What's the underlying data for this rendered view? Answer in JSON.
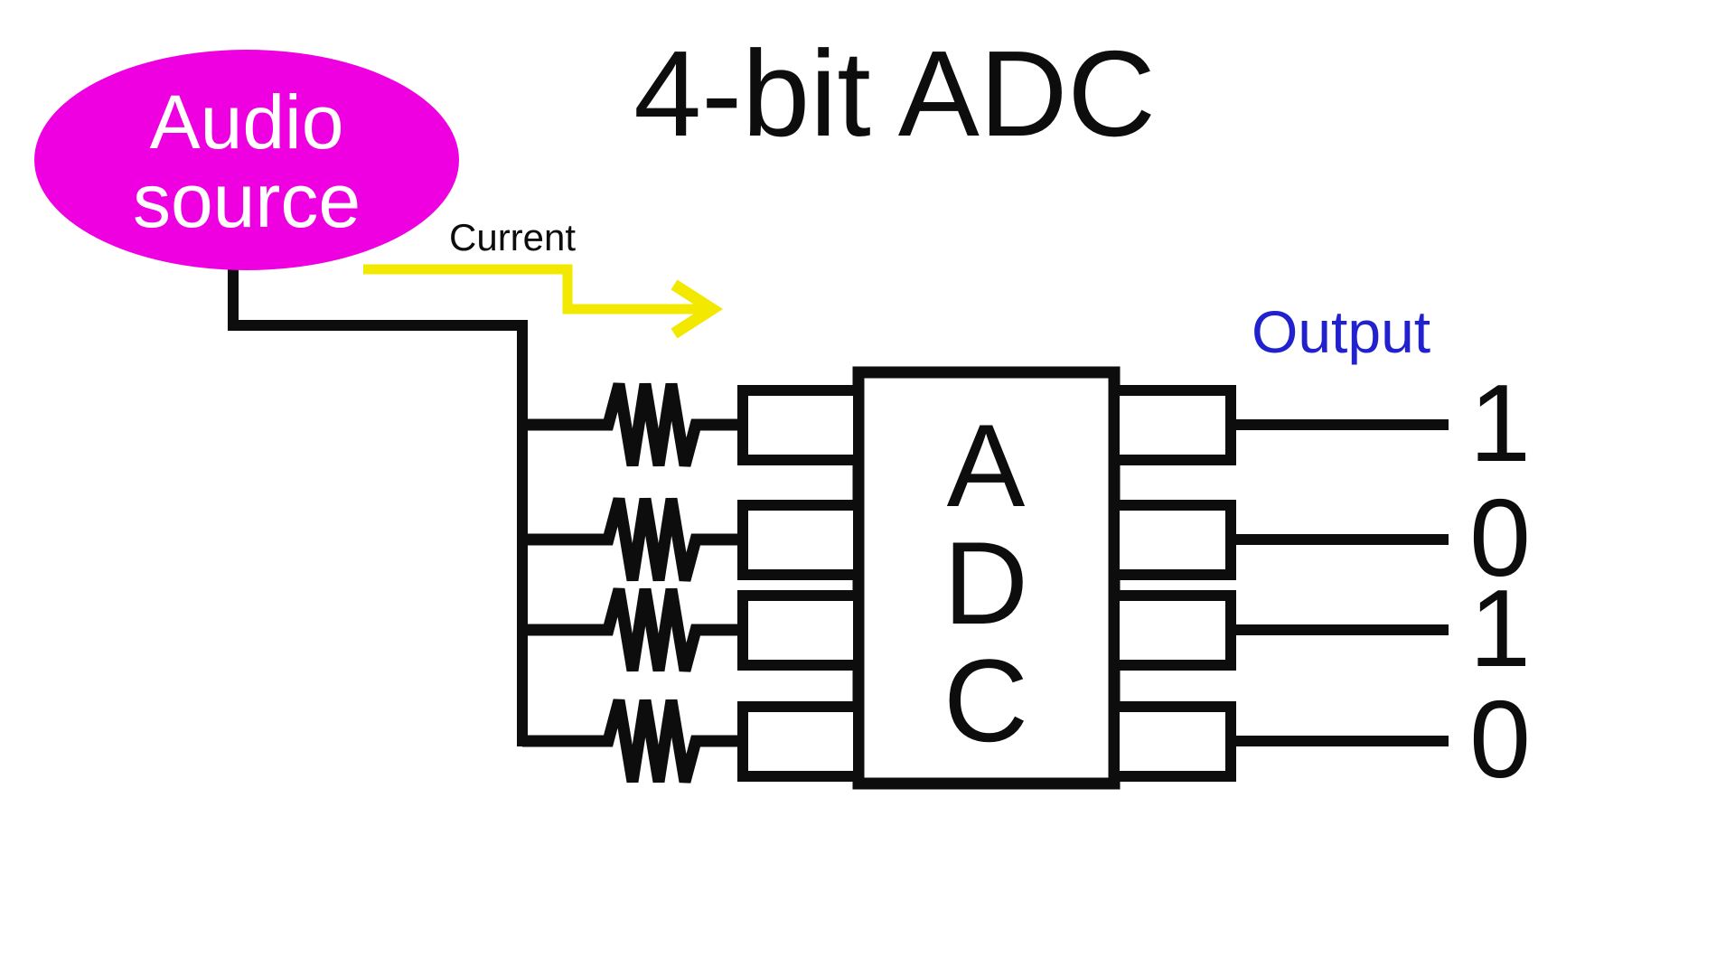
{
  "diagram": {
    "title": "4-bit ADC",
    "audio_source": {
      "line1": "Audio",
      "line2": "source"
    },
    "current_label": "Current",
    "output_label": "Output",
    "adc_letters": [
      "A",
      "D",
      "C"
    ],
    "output_bits": [
      "1",
      "0",
      "1",
      "0"
    ],
    "resistor_count": 4,
    "colors": {
      "source_fill": "#ee00e0",
      "source_text": "#ffffff",
      "current_arrow": "#f2e800",
      "output_label": "#2121ce",
      "wire": "#0d0d0d",
      "background": "#ffffff"
    }
  }
}
